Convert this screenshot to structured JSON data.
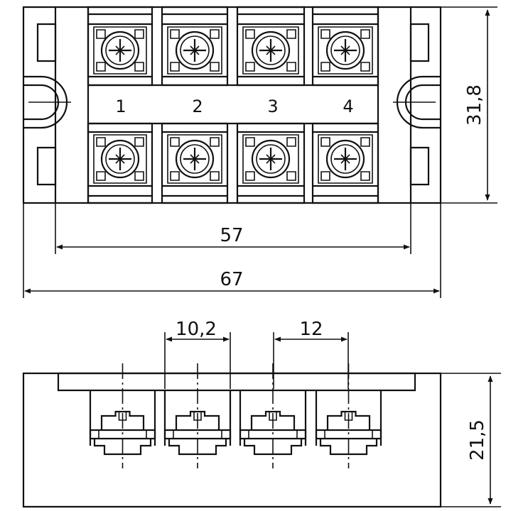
{
  "terminal_numbers": [
    "1",
    "2",
    "3",
    "4"
  ],
  "dimensions": {
    "height_top": "31,8",
    "mount_hole_spacing": "57",
    "overall_length": "67",
    "terminal_width": "10,2",
    "terminal_pitch": "12",
    "height_side": "21,5"
  },
  "colors": {
    "line": "#111111",
    "background": "#ffffff"
  }
}
